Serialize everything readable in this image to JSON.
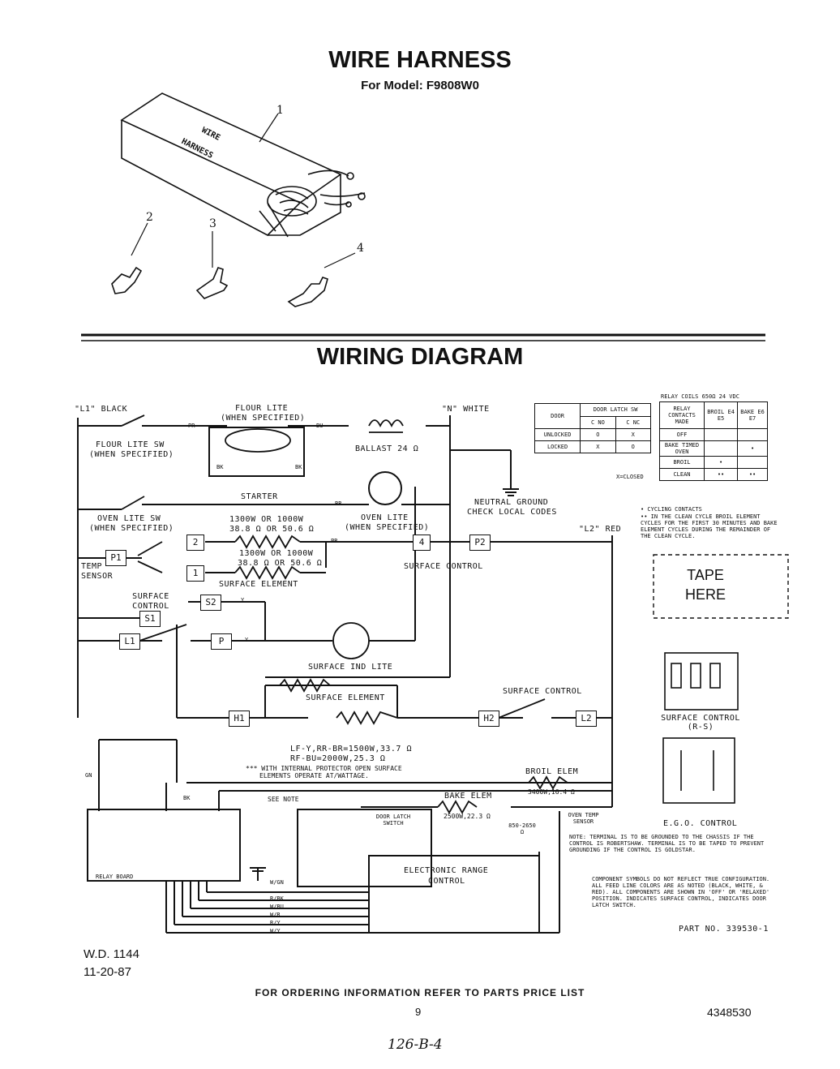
{
  "header": {
    "title": "WIRE HARNESS",
    "subtitle": "For Model: F9808W0"
  },
  "parts": {
    "callouts": [
      "1",
      "2",
      "3",
      "4"
    ],
    "harness_box_label_1": "WIRE",
    "harness_box_label_2": "HARNESS"
  },
  "diagram": {
    "title": "WIRING DIAGRAM",
    "l1_label": "\"L1\" BLACK",
    "n_label": "\"N\" WHITE",
    "l2_label": "\"L2\" RED",
    "flour_lite": "FLOUR LITE",
    "when_specified": "(WHEN SPECIFIED)",
    "flour_lite_sw": "FLOUR LITE SW",
    "ballast": "BALLAST 24 Ω",
    "starter": "STARTER",
    "neutral_ground_1": "NEUTRAL GROUND",
    "neutral_ground_2": "CHECK LOCAL CODES",
    "oven_lite_sw": "OVEN LITE SW",
    "oven_lite": "OVEN LITE",
    "element_rating_1a": "1300W OR 1000W",
    "element_rating_1b": "38.8 Ω OR 50.6 Ω",
    "element_rating_2a": "1300W OR 1000W",
    "element_rating_2b": "38.8 Ω OR 50.6 Ω",
    "surface_element": "SURFACE ELEMENT",
    "surface_control": "SURFACE CONTROL",
    "temp_sensor": "TEMP SENSOR",
    "surface_ind_lite": "SURFACE IND LITE",
    "rating_note_1": "LF-Y,RR-BR=1500W,33.7 Ω",
    "rating_note_2": "RF-BU=2000W,25.3 Ω",
    "protector_note_1": "*** WITH INTERNAL PROTECTOR OPEN SURFACE",
    "protector_note_2": "ELEMENTS OPERATE AT/WATTAGE.",
    "broil_elem": "BROIL ELEM",
    "broil_rating": "3400W,16.4 Ω",
    "bake_elem": "BAKE ELEM",
    "bake_rating": "2500W,22.3 Ω",
    "see_note": "SEE NOTE",
    "door_latch_switch": "DOOR LATCH SWITCH",
    "electronic_range_control_1": "ELECTRONIC RANGE",
    "electronic_range_control_2": "CONTROL",
    "oven_temp_sensor": "OVEN TEMP SENSOR",
    "sensor_rating": "850-2650 Ω",
    "relay_board": "RELAY BOARD",
    "terminals": [
      "2",
      "1",
      "P1",
      "S2",
      "S1",
      "L1",
      "P",
      "4",
      "P2",
      "H1",
      "H2",
      "L2"
    ],
    "wire_colors": [
      "PR",
      "BU",
      "BK",
      "BK",
      "BR",
      "PR",
      "Y",
      "Y",
      "BK",
      "GN",
      "W/GN",
      "R/BK",
      "W/BU",
      "W/R",
      "R/Y",
      "W/Y"
    ]
  },
  "door_table": {
    "header_door": "DOOR",
    "header_latch": "DOOR LATCH SW",
    "sub_c_no": "C NO",
    "sub_c_nc": "C NC",
    "rows": [
      {
        "label": "UNLOCKED",
        "a": "O",
        "b": "X"
      },
      {
        "label": "LOCKED",
        "a": "X",
        "b": "O"
      }
    ],
    "legend": "X=CLOSED"
  },
  "relay_table": {
    "title": "RELAY COILS 650Ω 24 VDC",
    "header_mode": "RELAY CONTACTS MADE",
    "header_broil": "BROIL E4 E5",
    "header_bake": "BAKE E6 E7",
    "rows": [
      {
        "mode": "OFF",
        "broil": "",
        "bake": ""
      },
      {
        "mode": "BAKE TIMED OVEN",
        "broil": "",
        "bake": "•"
      },
      {
        "mode": "BROIL",
        "broil": "•",
        "bake": ""
      },
      {
        "mode": "CLEAN",
        "broil": "••",
        "bake": "••"
      }
    ],
    "note_1": "• CYCLING CONTACTS",
    "note_2": "•• IN THE CLEAN CYCLE BROIL ELEMENT CYCLES FOR THE FIRST 30 MINUTES AND BAKE ELEMENT CYCLES DURING THE REMAINDER OF THE CLEAN CYCLE."
  },
  "tape_here": "TAPE HERE",
  "surface_control_rs": "SURFACE CONTROL (R-S)",
  "ego_control": "E.G.O. CONTROL",
  "notes": {
    "note_1": "NOTE: TERMINAL IS TO BE GROUNDED TO THE CHASSIS IF THE CONTROL IS ROBERTSHAW. TERMINAL IS TO BE TAPED TO PREVENT GROUNDING IF THE CONTROL IS GOLDSTAR.",
    "note_2": "COMPONENT SYMBOLS DO NOT REFLECT TRUE CONFIGURATION. ALL FEED LINE COLORS ARE AS NOTED (BLACK, WHITE, & RED). ALL COMPONENTS ARE SHOWN IN 'OFF' OR 'RELAXED' POSITION. INDICATES SURFACE CONTROL, INDICATES DOOR LATCH SWITCH.",
    "part_no": "PART NO. 339530-1"
  },
  "footer": {
    "wd": "W.D. 1144",
    "date": "11-20-87",
    "ordering": "FOR ORDERING INFORMATION REFER TO PARTS PRICE LIST",
    "page": "9",
    "code": "4348530",
    "handwritten": "126-B-4"
  }
}
